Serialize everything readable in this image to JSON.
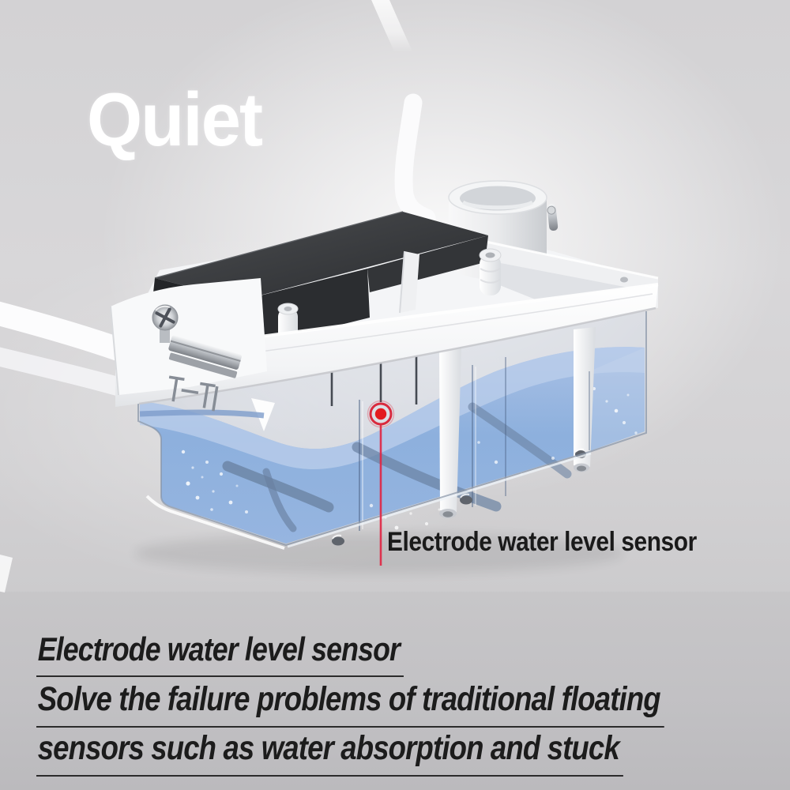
{
  "headline": {
    "text": "Quiet"
  },
  "annotation": {
    "label": "Electrode water level sensor",
    "marker": "red-target-dot",
    "marker_color": "#e02238"
  },
  "caption": {
    "line1": "Electrode water level sensor",
    "line2": "Solve the failure problems of traditional floating",
    "line3": "sensors such as water absorption and stuck"
  },
  "illustration": {
    "name": "condensate-pump-transparent-water-tank",
    "parts": [
      "drain-hose",
      "outlet-pipe",
      "pump-motor-block",
      "tray-housing",
      "mounting-bracket",
      "mounting-screw",
      "metal-clip",
      "max-water-level-mark",
      "transparent-tank",
      "water",
      "electrode-rods",
      "support-legs"
    ]
  },
  "colors": {
    "background": "#d3d2d4",
    "background_bottom": "#c2c1c4",
    "headline_text": "#ffffff",
    "caption_text": "#1c1c1c",
    "accent_red": "#e02238",
    "water_blue": "#8db0dd",
    "water_surface_blue": "#bccfeb",
    "pump_block_dark": "#2e3033",
    "housing_white": "#f6f7f8"
  }
}
